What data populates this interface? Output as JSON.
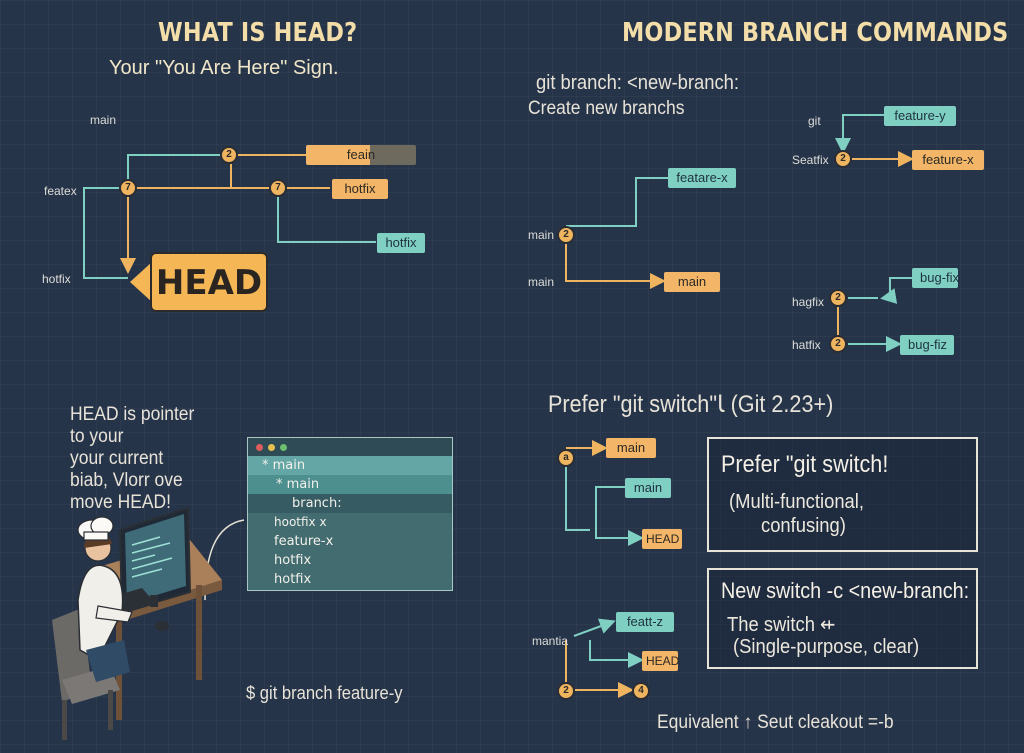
{
  "left_panel": {
    "title": "WHAT IS HEAD?",
    "subtitle": "Your \"You Are Here\" Sign.",
    "graph": {
      "side_labels": [
        "main",
        "featex",
        "hotfix"
      ],
      "branch_labels": [
        "feain",
        "hotfix",
        "hotfix"
      ],
      "node_labels": [
        "2",
        "7",
        "7"
      ],
      "head_label": "HEAD"
    },
    "explain_lines": [
      "HEAD is pointer",
      "to your",
      "your current",
      "biab, Vlorr ove",
      "move HEAD!"
    ],
    "terminal": {
      "lines": [
        "* main",
        "* main",
        "branch:",
        "hootfix x",
        "feature-x",
        "hotfix",
        "hotfix"
      ]
    },
    "command": "$ git branch feature-y",
    "colors": {
      "teal": "#7fd0c3",
      "orange": "#f3b567",
      "bg": "#263449"
    }
  },
  "right_panel": {
    "title": "MODERN BRANCH COMMANDS",
    "branch_cmd": "git branch: <new-branch:",
    "branch_desc": "Create new branchs",
    "graph_a": {
      "labels": [
        "featare-x",
        "main"
      ],
      "side_labels": [
        "main",
        "main"
      ],
      "node_label": "2"
    },
    "graph_b": {
      "labels": [
        "feature-y",
        "feature-x"
      ],
      "side_labels": [
        "git",
        "Seatfix"
      ],
      "node_label": "2"
    },
    "graph_c": {
      "labels": [
        "bug-fix",
        "bug-fiz"
      ],
      "side_labels": [
        "hagfix",
        "hatfix"
      ],
      "node_labels": [
        "2",
        "2"
      ]
    },
    "prefer_heading": "Prefer \"git switch\"Ꙇ (Git 2.23+)",
    "graph_d": {
      "labels": [
        "main",
        "main",
        "HEAD"
      ],
      "node_label": "a"
    },
    "graph_e": {
      "labels": [
        "featt-z",
        "HEAD"
      ],
      "side_label": "mantia",
      "node_labels": [
        "2",
        "4"
      ]
    },
    "box1": {
      "title": "Prefer \"git switch!",
      "line1": "(Multi-functional,",
      "line2": "confusing)"
    },
    "box2": {
      "title": "New switch -c <new-branch:",
      "line1": "The switch ⇷",
      "line2": "(Single-purpose, clear)"
    },
    "footer": "Equivalent ↑ Seut cleakout =-b"
  }
}
